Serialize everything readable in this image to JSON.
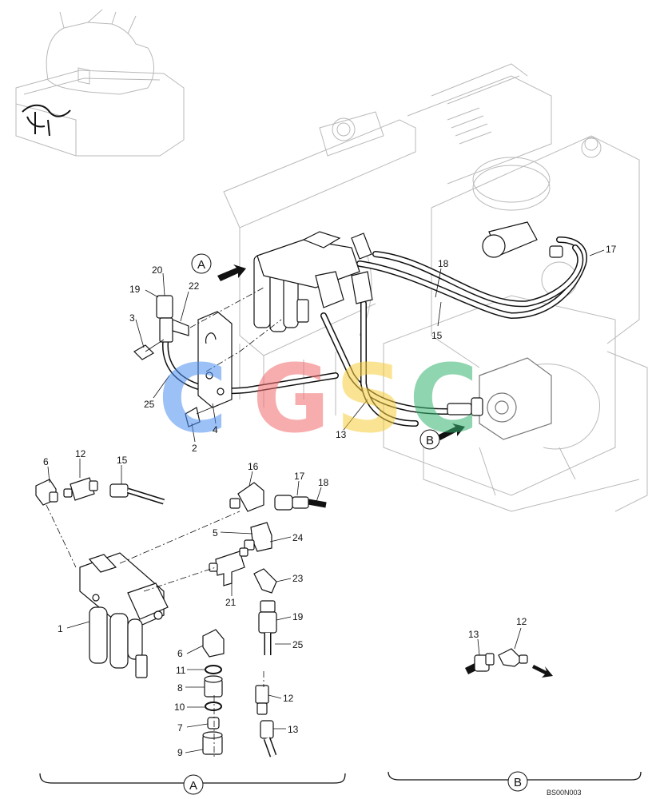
{
  "diagram": {
    "drawing_code": "BS00N003",
    "view_labels": {
      "a": "A",
      "b": "B"
    },
    "callouts": {
      "c20_top": "20",
      "c19_top": "19",
      "c22_top": "22",
      "c3": "3",
      "c25_top": "25",
      "c2": "2",
      "c4": "4",
      "c13_top": "13",
      "c18_top": "18",
      "c15_top": "15",
      "c17_top": "17",
      "c6_a": "6",
      "c12_a": "12",
      "c15_a": "15",
      "c16": "16",
      "c17_a": "17",
      "c18_a": "18",
      "c5": "5",
      "c24": "24",
      "c1": "1",
      "c21": "21",
      "c23": "23",
      "c19_a": "19",
      "c25_a": "25",
      "c6_b": "6",
      "c11": "11",
      "c8": "8",
      "c10": "10",
      "c7": "7",
      "c9": "9",
      "c12_b": "12",
      "c13_b": "13",
      "c13_c": "13",
      "c12_c": "12"
    },
    "watermark": {
      "letters": [
        "C",
        "G",
        "S",
        "C"
      ],
      "colors": [
        "#4a8ff2",
        "#f26b6b",
        "#f7cf3d",
        "#35b36f"
      ]
    }
  }
}
